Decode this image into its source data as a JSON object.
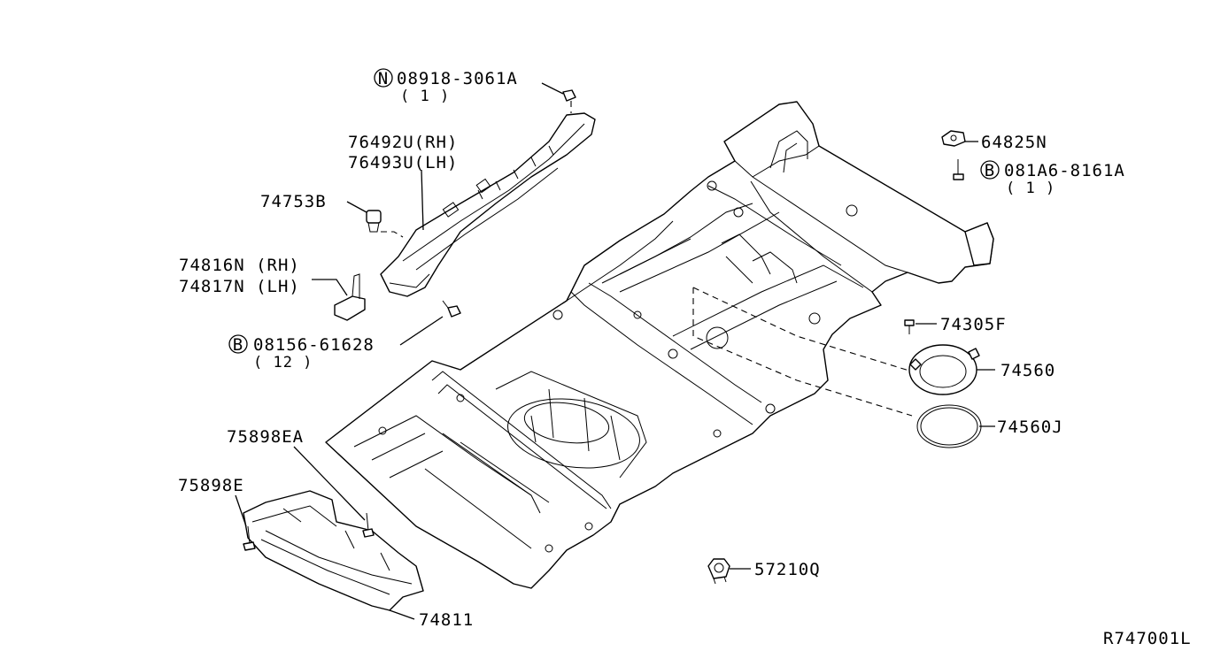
{
  "diagram_id": "R747001L",
  "callouts": {
    "p1_prefix": "N",
    "p1_code": "08918-3061A",
    "p1_qty": "( 1 )",
    "p2": "76492U(RH)",
    "p3": "76493U(LH)",
    "p4": "74753B",
    "p5": "74816N (RH)",
    "p6": "74817N (LH)",
    "p7_prefix": "B",
    "p7_code": "08156-61628",
    "p7_qty": "( 12 )",
    "p8": "75898EA",
    "p9": "75898E",
    "p10": "74811",
    "p11": "64825N",
    "p12_prefix": "B",
    "p12_code": "081A6-8161A",
    "p12_qty": "( 1 )",
    "p13": "74305F",
    "p14": "74560",
    "p15": "74560J",
    "p16": "57210Q"
  }
}
